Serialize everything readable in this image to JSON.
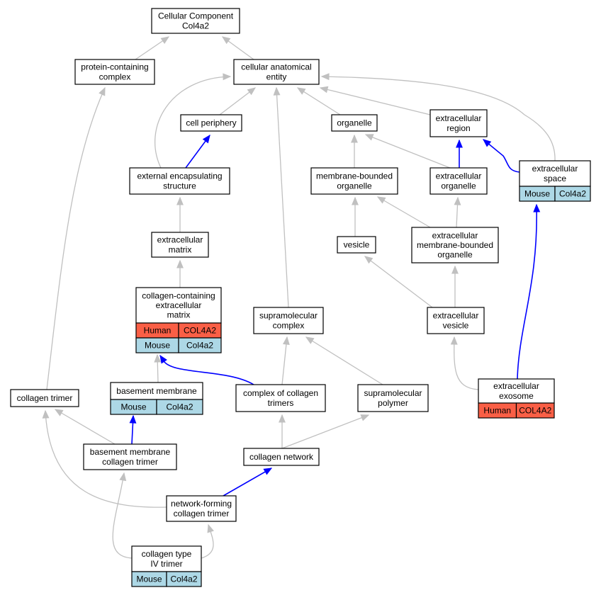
{
  "colors": {
    "human": "#fa5f46",
    "mouse": "#add8e6",
    "edge_default": "#c0c0c0",
    "edge_highlight": "#0000ff"
  },
  "nodes": {
    "root": {
      "lines": [
        "Cellular Component",
        "Col4a2"
      ]
    },
    "protein_containing_complex": {
      "lines": [
        "protein-containing",
        "complex"
      ]
    },
    "cellular_anatomical_entity": {
      "lines": [
        "cellular anatomical",
        "entity"
      ]
    },
    "cell_periphery": {
      "lines": [
        "cell periphery"
      ]
    },
    "organelle": {
      "lines": [
        "organelle"
      ]
    },
    "extracellular_region": {
      "lines": [
        "extracellular",
        "region"
      ]
    },
    "external_encapsulating_structure": {
      "lines": [
        "external encapsulating",
        "structure"
      ]
    },
    "membrane_bounded_organelle": {
      "lines": [
        "membrane-bounded",
        "organelle"
      ]
    },
    "extracellular_organelle": {
      "lines": [
        "extracellular",
        "organelle"
      ]
    },
    "extracellular_space": {
      "lines": [
        "extracellular",
        "space"
      ],
      "rows": [
        [
          "Mouse",
          "Col4a2"
        ]
      ]
    },
    "extracellular_matrix": {
      "lines": [
        "extracellular",
        "matrix"
      ]
    },
    "vesicle": {
      "lines": [
        "vesicle"
      ]
    },
    "extracellular_membrane_bounded_organelle": {
      "lines": [
        "extracellular",
        "membrane-bounded",
        "organelle"
      ]
    },
    "collagen_containing_ecm": {
      "lines": [
        "collagen-containing",
        "extracellular",
        "matrix"
      ],
      "rows": [
        [
          "Human",
          "COL4A2"
        ],
        [
          "Mouse",
          "Col4a2"
        ]
      ]
    },
    "supramolecular_complex": {
      "lines": [
        "supramolecular",
        "complex"
      ]
    },
    "extracellular_vesicle": {
      "lines": [
        "extracellular",
        "vesicle"
      ]
    },
    "collagen_trimer": {
      "lines": [
        "collagen trimer"
      ]
    },
    "basement_membrane": {
      "lines": [
        "basement membrane"
      ],
      "rows": [
        [
          "Mouse",
          "Col4a2"
        ]
      ]
    },
    "complex_of_collagen_trimers": {
      "lines": [
        "complex of collagen",
        "trimers"
      ]
    },
    "supramolecular_polymer": {
      "lines": [
        "supramolecular",
        "polymer"
      ]
    },
    "extracellular_exosome": {
      "lines": [
        "extracellular",
        "exosome"
      ],
      "rows": [
        [
          "Human",
          "COL4A2"
        ]
      ]
    },
    "basement_membrane_collagen_trimer": {
      "lines": [
        "basement membrane",
        "collagen trimer"
      ]
    },
    "collagen_network": {
      "lines": [
        "collagen network"
      ]
    },
    "network_forming_collagen_trimer": {
      "lines": [
        "network-forming",
        "collagen trimer"
      ]
    },
    "collagen_type_iv_trimer": {
      "lines": [
        "collagen type",
        "IV trimer"
      ],
      "rows": [
        [
          "Mouse",
          "Col4a2"
        ]
      ]
    }
  },
  "edges": [
    {
      "from": "protein_containing_complex",
      "to": "root",
      "highlight": false
    },
    {
      "from": "cellular_anatomical_entity",
      "to": "root",
      "highlight": false
    },
    {
      "from": "cell_periphery",
      "to": "cellular_anatomical_entity",
      "highlight": false
    },
    {
      "from": "organelle",
      "to": "cellular_anatomical_entity",
      "highlight": false
    },
    {
      "from": "extracellular_region",
      "to": "cellular_anatomical_entity",
      "highlight": false
    },
    {
      "from": "external_encapsulating_structure",
      "to": "cellular_anatomical_entity",
      "highlight": false
    },
    {
      "from": "extracellular_space",
      "to": "cellular_anatomical_entity",
      "highlight": false
    },
    {
      "from": "supramolecular_complex",
      "to": "cellular_anatomical_entity",
      "highlight": false
    },
    {
      "from": "external_encapsulating_structure",
      "to": "cell_periphery",
      "highlight": true
    },
    {
      "from": "membrane_bounded_organelle",
      "to": "organelle",
      "highlight": false
    },
    {
      "from": "extracellular_organelle",
      "to": "organelle",
      "highlight": false
    },
    {
      "from": "extracellular_organelle",
      "to": "extracellular_region",
      "highlight": true
    },
    {
      "from": "extracellular_space",
      "to": "extracellular_region",
      "highlight": true
    },
    {
      "from": "extracellular_matrix",
      "to": "external_encapsulating_structure",
      "highlight": false
    },
    {
      "from": "vesicle",
      "to": "membrane_bounded_organelle",
      "highlight": false
    },
    {
      "from": "extracellular_membrane_bounded_organelle",
      "to": "membrane_bounded_organelle",
      "highlight": false
    },
    {
      "from": "extracellular_membrane_bounded_organelle",
      "to": "extracellular_organelle",
      "highlight": false
    },
    {
      "from": "collagen_containing_ecm",
      "to": "extracellular_matrix",
      "highlight": false
    },
    {
      "from": "extracellular_vesicle",
      "to": "vesicle",
      "highlight": false
    },
    {
      "from": "extracellular_vesicle",
      "to": "extracellular_membrane_bounded_organelle",
      "highlight": false
    },
    {
      "from": "extracellular_exosome",
      "to": "extracellular_vesicle",
      "highlight": false
    },
    {
      "from": "extracellular_exosome",
      "to": "extracellular_space",
      "highlight": true
    },
    {
      "from": "collagen_trimer",
      "to": "protein_containing_complex",
      "highlight": false
    },
    {
      "from": "basement_membrane",
      "to": "collagen_containing_ecm",
      "highlight": false
    },
    {
      "from": "complex_of_collagen_trimers",
      "to": "collagen_containing_ecm",
      "highlight": true
    },
    {
      "from": "complex_of_collagen_trimers",
      "to": "supramolecular_complex",
      "highlight": false
    },
    {
      "from": "supramolecular_polymer",
      "to": "supramolecular_complex",
      "highlight": false
    },
    {
      "from": "basement_membrane_collagen_trimer",
      "to": "collagen_trimer",
      "highlight": false
    },
    {
      "from": "basement_membrane_collagen_trimer",
      "to": "basement_membrane",
      "highlight": true
    },
    {
      "from": "collagen_network",
      "to": "complex_of_collagen_trimers",
      "highlight": false
    },
    {
      "from": "collagen_network",
      "to": "supramolecular_polymer",
      "highlight": false
    },
    {
      "from": "network_forming_collagen_trimer",
      "to": "collagen_trimer",
      "highlight": false
    },
    {
      "from": "network_forming_collagen_trimer",
      "to": "collagen_network",
      "highlight": true
    },
    {
      "from": "collagen_type_iv_trimer",
      "to": "basement_membrane_collagen_trimer",
      "highlight": false
    },
    {
      "from": "collagen_type_iv_trimer",
      "to": "network_forming_collagen_trimer",
      "highlight": false
    }
  ]
}
